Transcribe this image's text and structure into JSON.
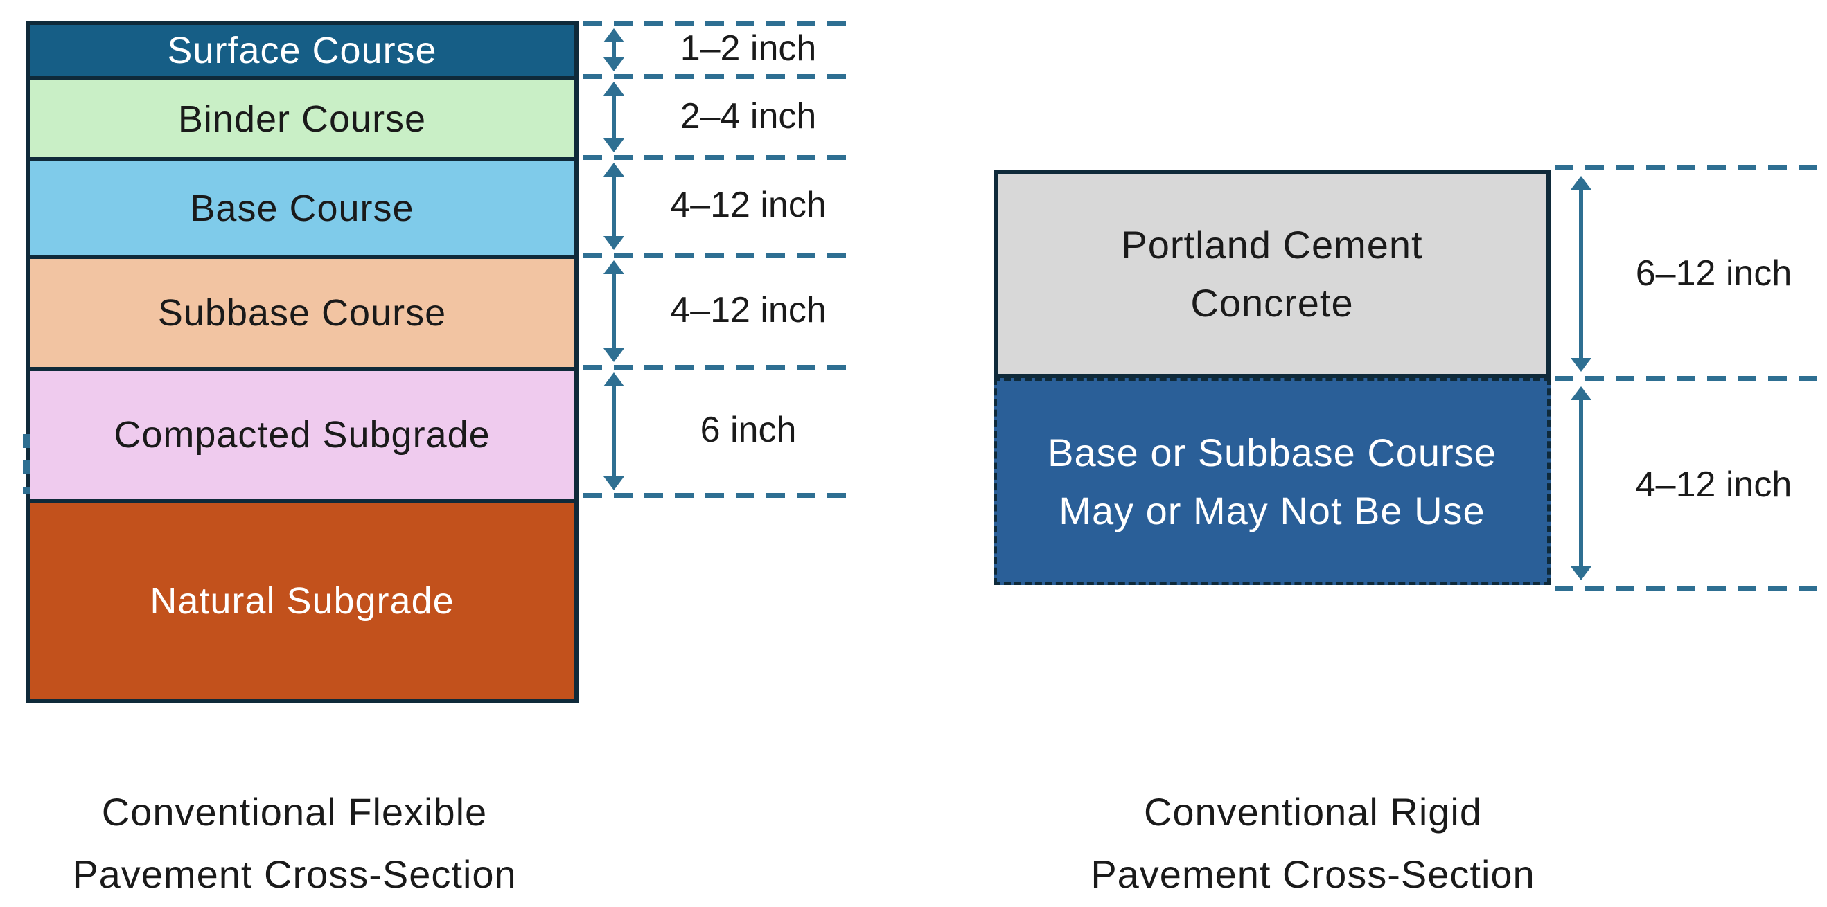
{
  "left_diagram": {
    "title_hint": "flexible pavement layer stack",
    "layers": [
      {
        "label": "Surface Course",
        "fill": "#165e86",
        "text_color": "#ffffff",
        "dimension": "1–2 inch"
      },
      {
        "label": "Binder Course",
        "fill": "#c9efc6",
        "text_color": "#1a1a1a",
        "dimension": "2–4 inch"
      },
      {
        "label": "Base Course",
        "fill": "#7fcbea",
        "text_color": "#1a1a1a",
        "dimension": "4–12 inch"
      },
      {
        "label": "Subbase Course",
        "fill": "#f2c4a2",
        "text_color": "#1a1a1a",
        "dimension": "4–12 inch"
      },
      {
        "label": "Compacted Subgrade",
        "fill": "#efcbee",
        "text_color": "#1a1a1a",
        "dimension": "6 inch"
      },
      {
        "label": "Natural Subgrade",
        "fill": "#c2511c",
        "text_color": "#ffffff",
        "dimension": ""
      }
    ],
    "caption": {
      "line1": "Conventional Flexible",
      "line2": "Pavement Cross-Section"
    }
  },
  "right_diagram": {
    "title_hint": "rigid pavement layer stack",
    "layers": [
      {
        "label_line1": "Portland Cement",
        "label_line2": "Concrete",
        "fill": "#d8d8d8",
        "text_color": "#1a1a1a",
        "border_style": "solid",
        "dimension": "6–12 inch"
      },
      {
        "label_line1": "Base or Subbase Course",
        "label_line2": "May or May Not Be Use",
        "fill": "#2a5f98",
        "text_color": "#ffffff",
        "border_style": "dashed",
        "dimension": "4–12 inch"
      }
    ],
    "caption": {
      "line1": "Conventional Rigid",
      "line2": "Pavement Cross-Section"
    }
  },
  "colors": {
    "outline": "#0f2a3a",
    "dimension_lines": "#2e6f92",
    "background": "#ffffff",
    "label_text": "#1a1a1a"
  }
}
